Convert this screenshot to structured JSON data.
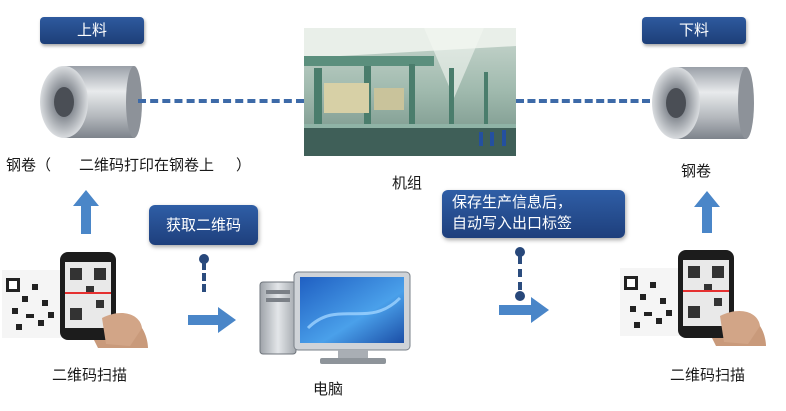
{
  "tags": {
    "load": "上料",
    "unload": "下料"
  },
  "labels": {
    "coil_left_prefix": "钢卷（",
    "coil_left_note": "二维码打印在钢卷上",
    "coil_left_suffix": "）",
    "unit": "机组",
    "coil_right": "钢卷",
    "scan_left": "二维码扫描",
    "scan_right": "二维码扫描",
    "computer": "电脑"
  },
  "callouts": {
    "get_qr": "获取二维码",
    "write_line1": "保存生产信息后，",
    "write_line2": "自动写入出口标签"
  },
  "colors": {
    "tag_blue": "#234a8a",
    "arrow_blue": "#4a86c8",
    "dash_blue": "#3d6aa8"
  }
}
